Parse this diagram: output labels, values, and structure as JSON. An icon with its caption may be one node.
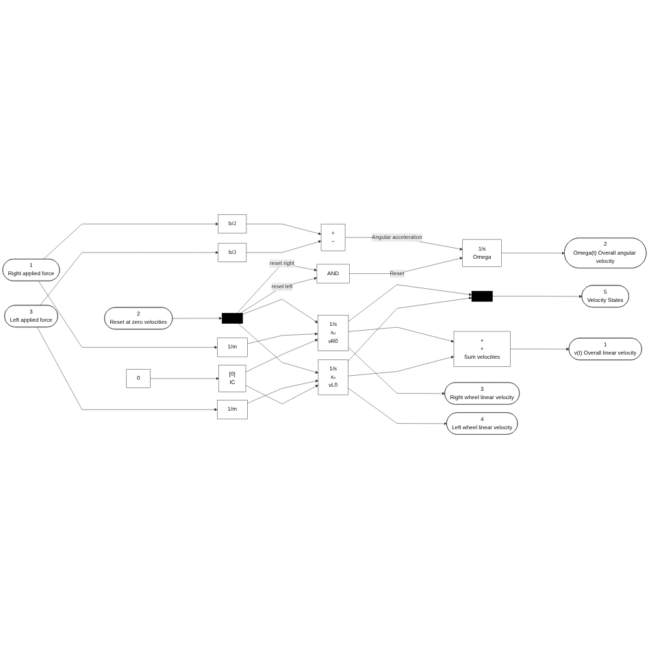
{
  "diagram": {
    "nodes": [
      {
        "text": [
          "1",
          "Right applied force"
        ]
      },
      {
        "text": [
          "3",
          "Left applied force"
        ]
      },
      {
        "text": [
          "2",
          "Reset at zero velocities"
        ]
      },
      {
        "text": [
          "0"
        ]
      },
      {
        "text": [
          "b/J"
        ]
      },
      {
        "text": [
          "b/J"
        ]
      },
      {
        "text": [
          "1/m"
        ]
      },
      {
        "text": [
          "1/m"
        ]
      },
      {
        "text": [
          "+",
          "−"
        ]
      },
      {
        "text": [
          "AND"
        ]
      },
      {
        "text": [
          "1/s",
          "Omega"
        ]
      },
      {
        "text": [],
        "shape": "bar"
      },
      {
        "text": [
          "[0]",
          "IC"
        ]
      },
      {
        "text": [
          "1/s",
          "xₒ",
          "vR0"
        ]
      },
      {
        "text": [
          "1/s",
          "xₒ",
          "vL0"
        ]
      },
      {
        "text": [],
        "shape": "bar"
      },
      {
        "text": [
          "+",
          "+",
          "Sum velocities"
        ]
      },
      {
        "text": [
          "2",
          "Omega(t) Overall angular velocity"
        ]
      },
      {
        "text": [
          "5",
          "Velocity States"
        ]
      },
      {
        "text": [
          "3",
          "Right wheel linear velocity"
        ]
      },
      {
        "text": [
          "1",
          "v(t) Overall linear velocity"
        ]
      },
      {
        "text": [
          "4",
          "Left wheel linear velocity"
        ]
      }
    ],
    "edges": [
      {
        "from": 0,
        "to": 4,
        "arrow": "to"
      },
      {
        "from": 0,
        "to": 6,
        "arrow": "to"
      },
      {
        "from": 1,
        "to": 5,
        "arrow": "to"
      },
      {
        "from": 1,
        "to": 7,
        "arrow": "to"
      },
      {
        "from": 4,
        "to": 8,
        "arrow": "to"
      },
      {
        "from": 5,
        "to": 8,
        "arrow": "to"
      },
      {
        "from": 8,
        "to": 10,
        "label": "Angular acceleration",
        "arrow": "to"
      },
      {
        "from": 9,
        "to": 10,
        "label": "Reset",
        "arrow": "to"
      },
      {
        "from": 10,
        "to": 17,
        "arrow": "to"
      },
      {
        "from": 2,
        "to": 11,
        "arrow": "to"
      },
      {
        "from": 11,
        "to": 9,
        "label": "reset right",
        "arrow": "to"
      },
      {
        "from": 11,
        "to": 13,
        "arrow": "to"
      },
      {
        "from": 11,
        "to": 9,
        "label": "reset left",
        "arrow": "to"
      },
      {
        "from": 11,
        "to": 14,
        "arrow": "to"
      },
      {
        "from": 6,
        "to": 13,
        "arrow": "to"
      },
      {
        "from": 7,
        "to": 14,
        "arrow": "to"
      },
      {
        "from": 3,
        "to": 12,
        "arrow": "to"
      },
      {
        "from": 12,
        "to": 13,
        "arrow": "to"
      },
      {
        "from": 12,
        "to": 14,
        "arrow": "to"
      },
      {
        "from": 13,
        "to": 15,
        "arrow": "to"
      },
      {
        "from": 14,
        "to": 15,
        "arrow": "to"
      },
      {
        "from": 15,
        "to": 18,
        "arrow": "to"
      },
      {
        "from": 13,
        "to": 19,
        "arrow": "to"
      },
      {
        "from": 13,
        "to": 16,
        "arrow": "to"
      },
      {
        "from": 14,
        "to": 16,
        "arrow": "to"
      },
      {
        "from": 16,
        "to": 20,
        "arrow": "to"
      },
      {
        "from": 14,
        "to": 21,
        "arrow": "to"
      }
    ]
  }
}
